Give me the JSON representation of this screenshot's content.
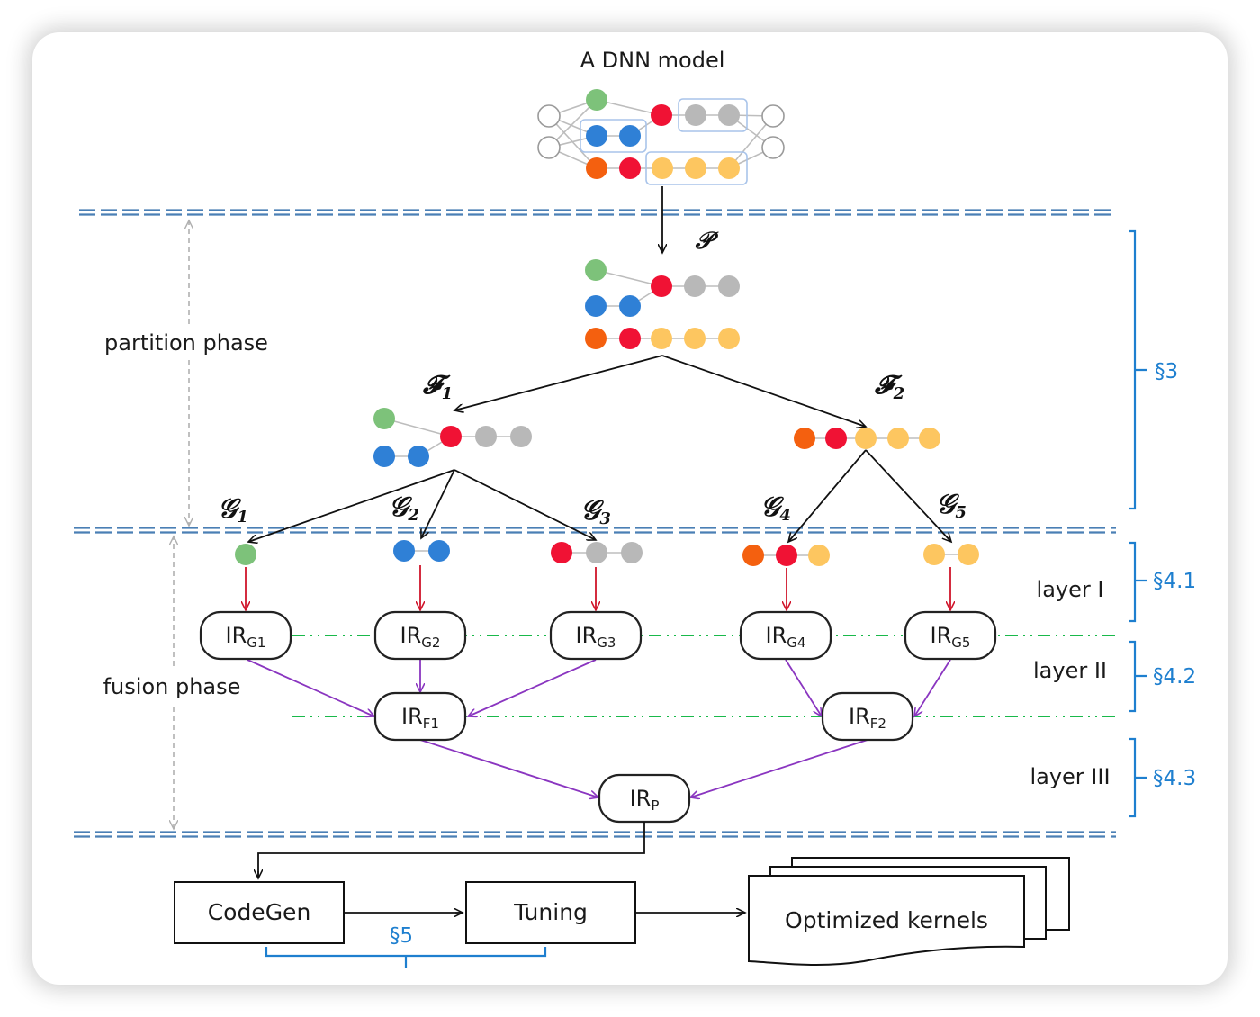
{
  "title": "A DNN model",
  "colors": {
    "green": "#7dc27a",
    "blue": "#2f80d6",
    "orange": "#f4600f",
    "red": "#f01234",
    "gray": "#b8b8b8",
    "yellow": "#fdc660",
    "divider": "#4a7fb5",
    "section": "#1e7fcf",
    "fusion_arrow": "#8a35c0",
    "lower_arrow": "#d0142a",
    "layer_line": "#19b94a",
    "phase_arrow": "#b0b0b0"
  },
  "phases": {
    "partition": "partition phase",
    "fusion": "fusion phase"
  },
  "symbols": {
    "partition": "𝒫",
    "F1": "𝓕",
    "F1_sub": "1",
    "F2": "𝓕",
    "F2_sub": "2",
    "G": "𝒢",
    "G_subs": [
      "1",
      "2",
      "3",
      "4",
      "5"
    ]
  },
  "ir_nodes": {
    "base": "IR",
    "G": [
      "G1",
      "G2",
      "G3",
      "G4",
      "G5"
    ],
    "F": [
      "F1",
      "F2"
    ],
    "P": "P"
  },
  "layers": {
    "layer1": "layer I",
    "layer2": "layer II",
    "layer3": "layer III"
  },
  "sections": {
    "partition": "§3",
    "layer1": "§4.1",
    "layer2": "§4.2",
    "layer3": "§4.3",
    "codegen": "§5"
  },
  "pipeline": {
    "codegen": "CodeGen",
    "tuning": "Tuning",
    "output": "Optimized kernels"
  }
}
